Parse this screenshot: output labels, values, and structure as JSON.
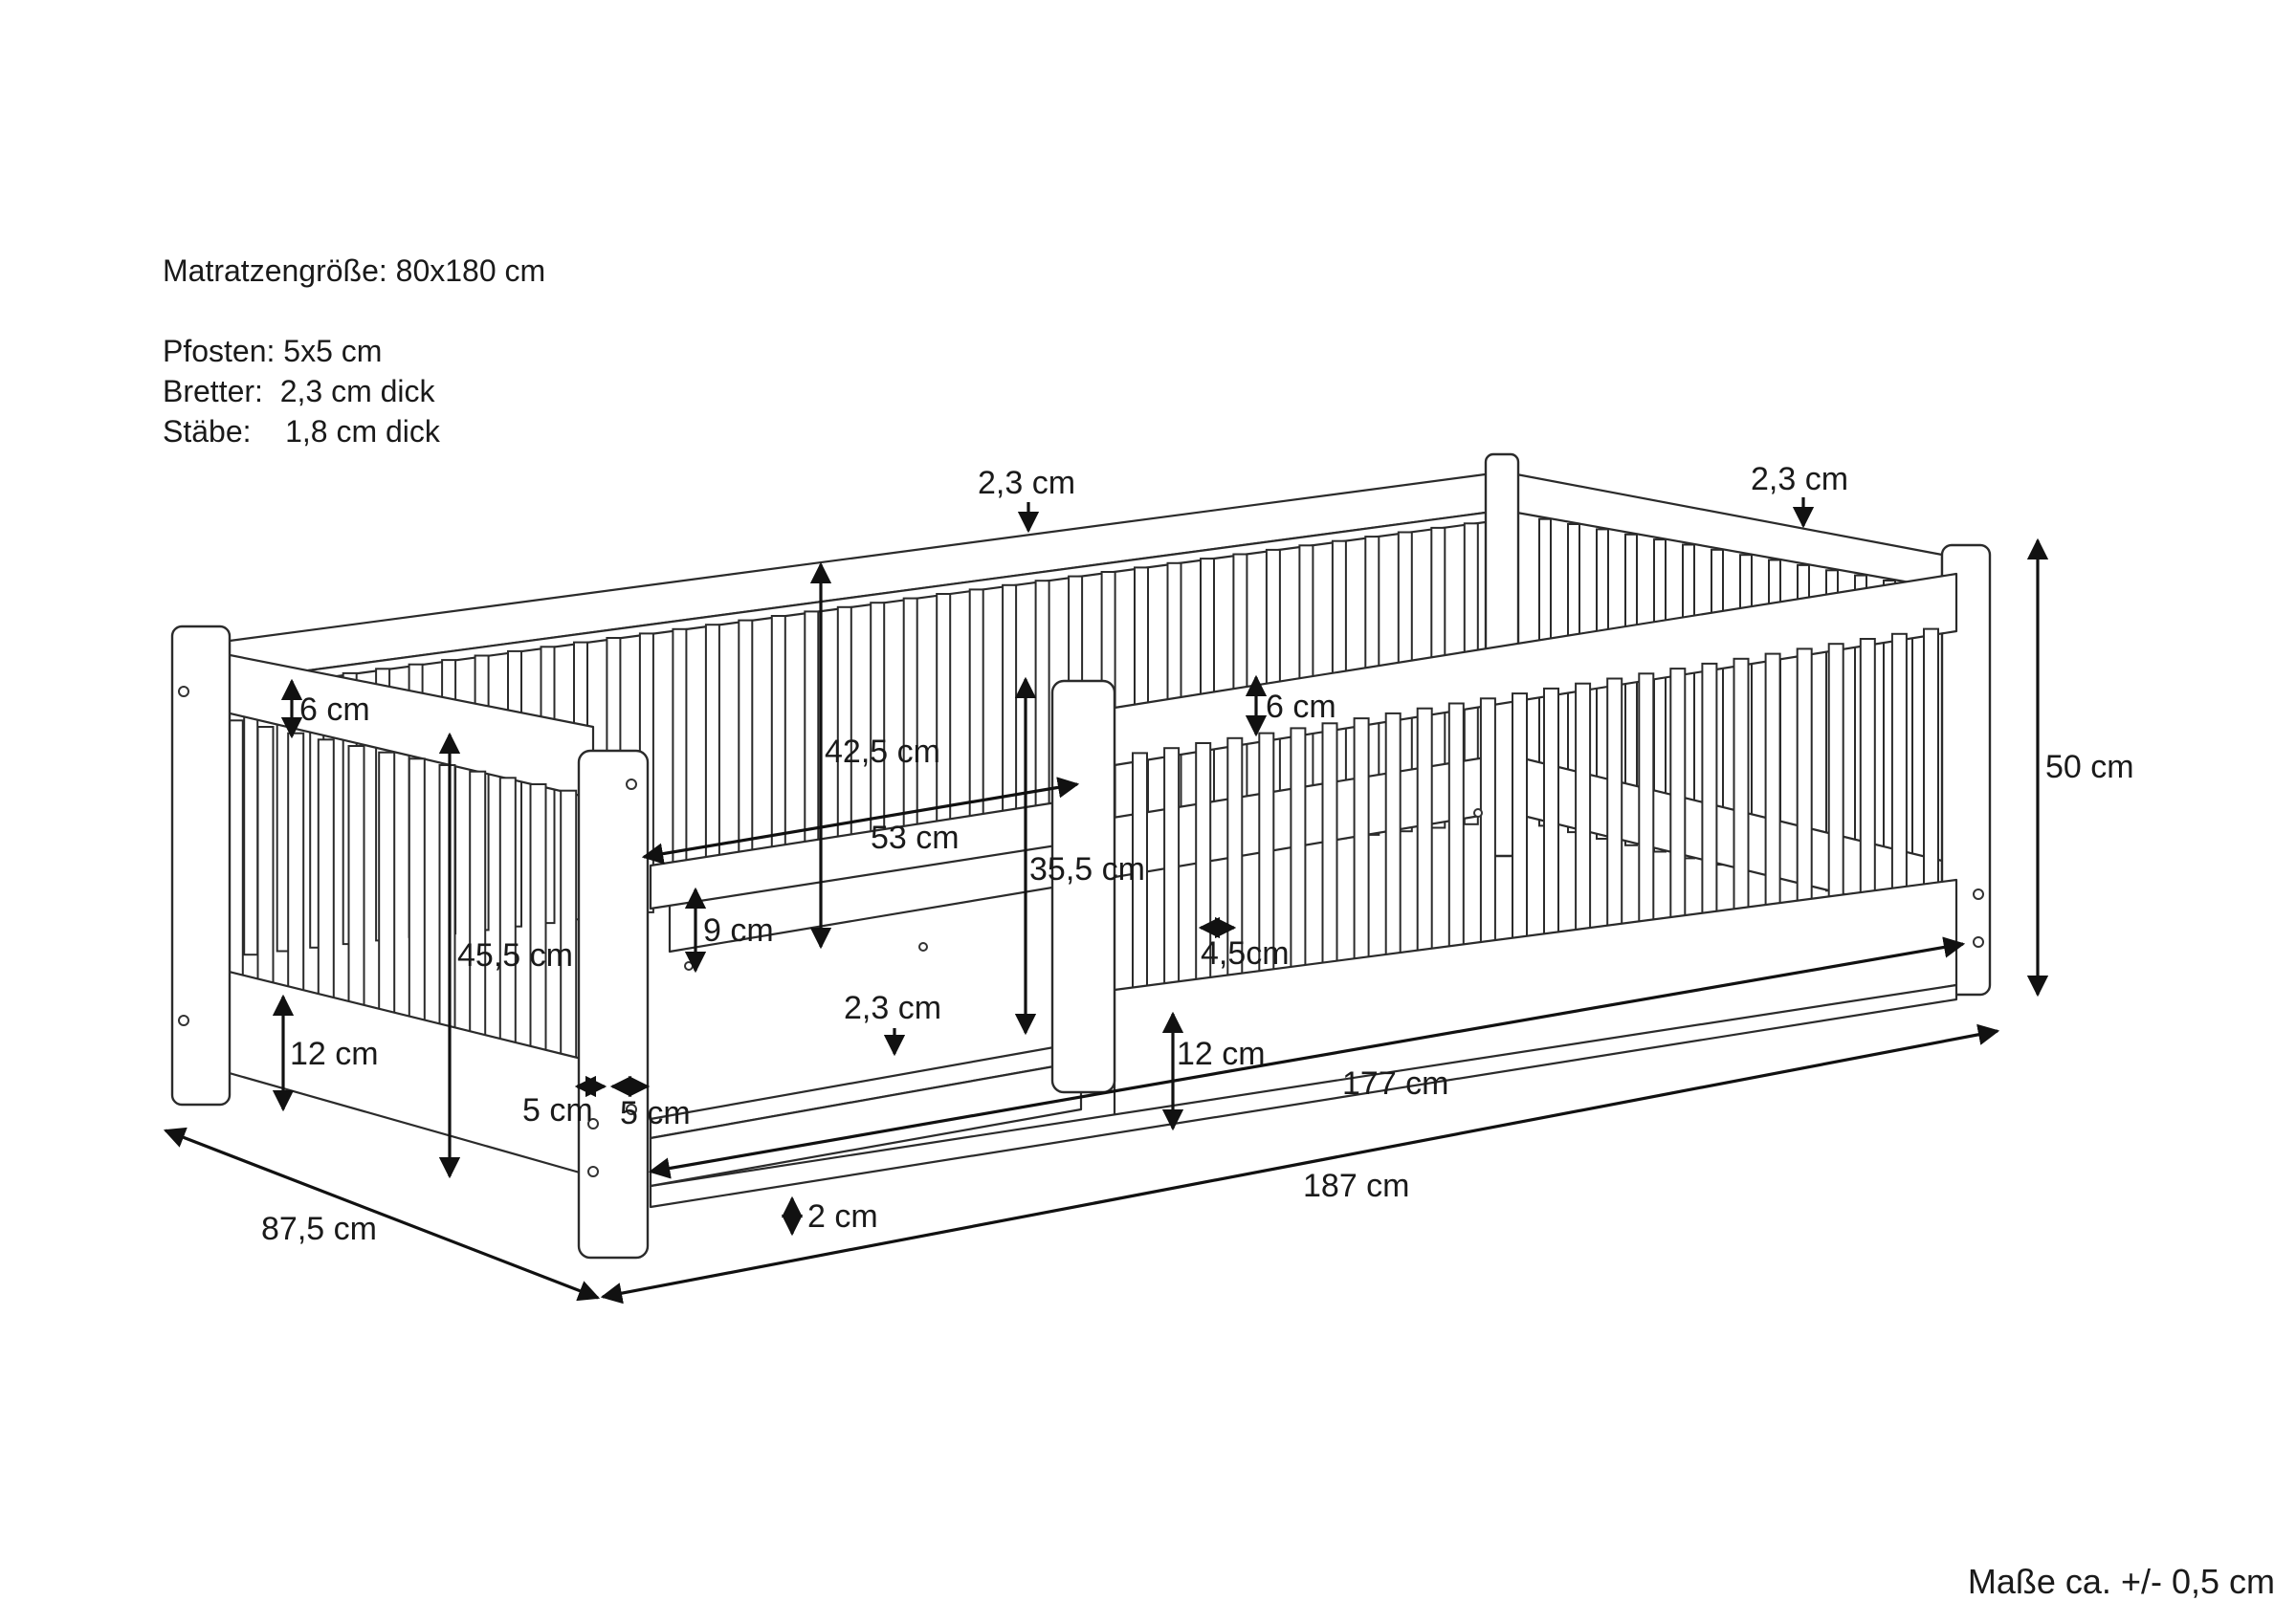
{
  "specs": {
    "mattress": "Matratzengröße: 80x180 cm",
    "post": "Pfosten: 5x5 cm",
    "boards": "Bretter:  2,3 cm dick",
    "slats": "Stäbe:    1,8 cm dick"
  },
  "dimensions": {
    "back_board_thickness": "2,3 cm",
    "right_board_thickness": "2,3 cm",
    "total_height": "50 cm",
    "left_top_rail": "6 cm",
    "front_top_rail": "6 cm",
    "back_slat_height": "42,5 cm",
    "opening_width": "53 cm",
    "front_slat_height": "35,5 cm",
    "left_side_height": "45,5 cm",
    "base_board": "9 cm",
    "slat_gap": "4,5cm",
    "front_board_thickness": "2,3 cm",
    "left_bottom_board": "12 cm",
    "front_bottom_board": "12 cm",
    "inner_length": "177 cm",
    "post_left": "5 cm",
    "post_right": "5 cm",
    "outer_length": "187 cm",
    "floor_clearance": "2 cm",
    "outer_width": "87,5 cm"
  },
  "footnote": "Maße ca. +/- 0,5 cm"
}
